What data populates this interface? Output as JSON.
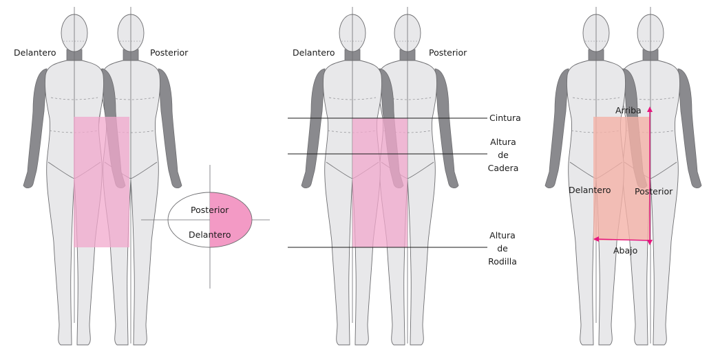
{
  "panel1": {
    "front_label": "Delantero",
    "back_label": "Posterior",
    "oval_top_label": "Posterior",
    "oval_bottom_label": "Delantero"
  },
  "panel2": {
    "front_label": "Delantero",
    "back_label": "Posterior",
    "line1_label": "Cintura",
    "line2_label_a": "Altura",
    "line2_label_b": "de",
    "line2_label_c": "Cadera",
    "line3_label_a": "Altura",
    "line3_label_b": "de",
    "line3_label_c": "Rodilla"
  },
  "panel3": {
    "top_label": "Arriba",
    "front_label": "Delantero",
    "back_label": "Posterior",
    "bottom_label": "Abajo"
  },
  "colors": {
    "skin": "#e8e8ea",
    "outline": "#6d6d70",
    "dark": "#8a8a8e",
    "pink_fill": "#f2a8cc",
    "salmon_fill": "#f4b2a8",
    "magenta": "#e6157e"
  }
}
